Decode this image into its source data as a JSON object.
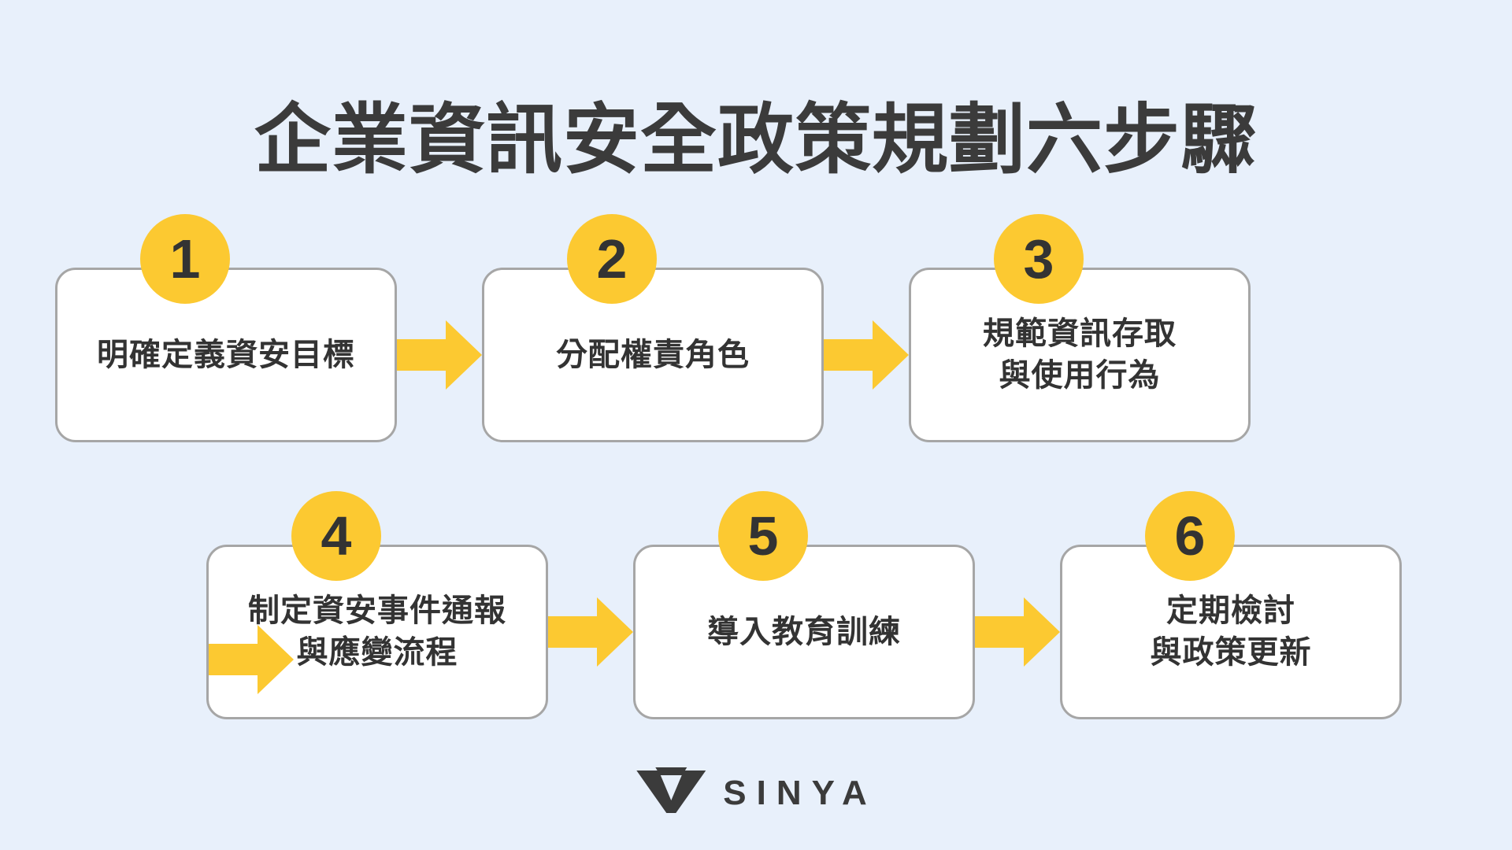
{
  "page": {
    "title": "企業資訊安全政策規劃六步驟",
    "background_color": "#e8f0fb",
    "accent_color": "#fcc931",
    "text_color": "#333333",
    "card_border_color": "#a6a6a6",
    "card_fill_color": "#ffffff"
  },
  "steps": [
    {
      "number": "1",
      "label": "明確定義資安目標"
    },
    {
      "number": "2",
      "label": "分配權責角色"
    },
    {
      "number": "3",
      "label": "規範資訊存取\n與使用行為"
    },
    {
      "number": "4",
      "label": "制定資安事件通報\n與應變流程"
    },
    {
      "number": "5",
      "label": "導入教育訓練"
    },
    {
      "number": "6",
      "label": "定期檢討\n與政策更新"
    }
  ],
  "arrows": {
    "icon": "right-arrow-icon",
    "color": "#fcc931",
    "count": 6
  },
  "logo": {
    "mark": "sinya-v-mark-icon",
    "text": "SINYA",
    "color": "#3b3b3b"
  }
}
